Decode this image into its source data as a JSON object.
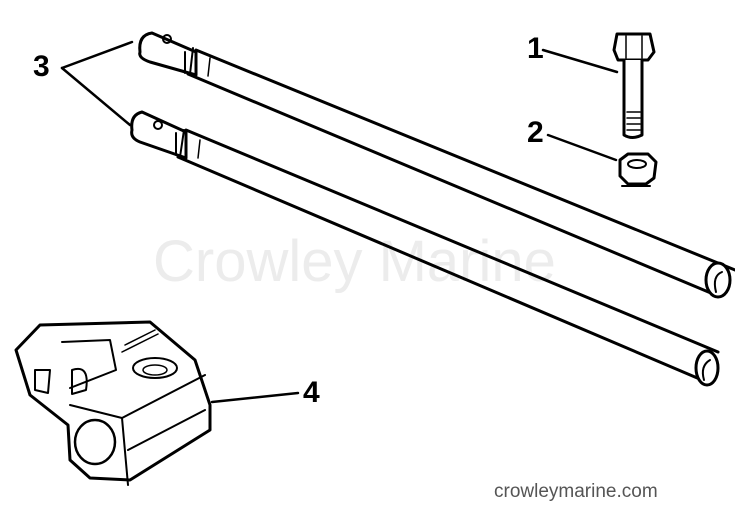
{
  "diagram": {
    "watermark": "Crowley Marine",
    "site_label": "crowleymarine.com",
    "callouts": [
      {
        "number": "1",
        "part": "bolt"
      },
      {
        "number": "2",
        "part": "lock-nut"
      },
      {
        "number": "3",
        "part": "steering-link-rods"
      },
      {
        "number": "4",
        "part": "connector-block"
      }
    ]
  }
}
